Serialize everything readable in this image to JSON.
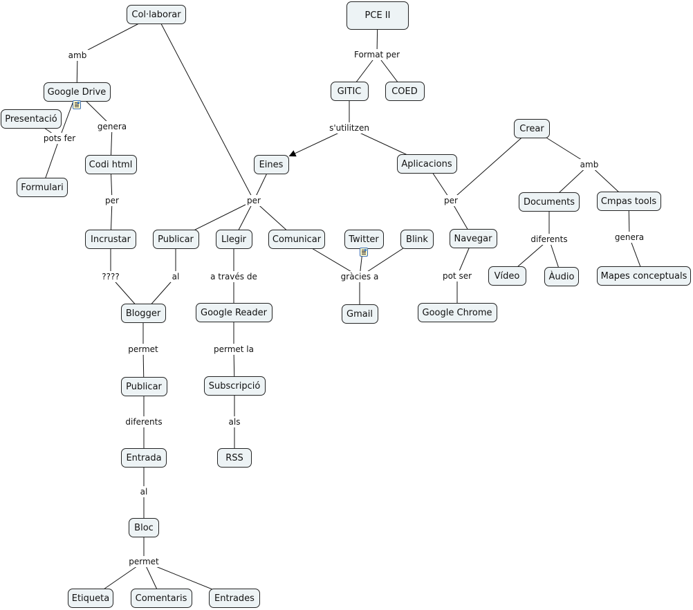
{
  "concepts": {
    "colaborar": "Col·laborar",
    "pce": "PCE II",
    "gdrive": "Google Drive",
    "presentacio": "Presentació",
    "formulari": "Formulari",
    "codihtml": "Codi html",
    "gitic": "GITIC",
    "coed": "COED",
    "eines": "Eines",
    "aplicacions": "Aplicacions",
    "crear": "Crear",
    "documents": "Documents",
    "cmpas": "Cmpas tools",
    "incrustar": "Incrustar",
    "publicar1": "Publicar",
    "llegir": "Llegir",
    "comunicar": "Comunicar",
    "twitter": "Twitter",
    "blink": "Blink",
    "navegar": "Navegar",
    "video": "Vídeo",
    "audio": "Àudio",
    "mapes": "Mapes conceptuals",
    "blogger": "Blogger",
    "greader": "Google Reader",
    "gmail": "Gmail",
    "chrome": "Google Chrome",
    "publicar2": "Publicar",
    "subscripcio": "Subscripció",
    "entrada": "Entrada",
    "rss": "RSS",
    "bloc": "Bloc",
    "etiqueta": "Etiqueta",
    "comentaris": "Comentaris",
    "entrades": "Entrades"
  },
  "phrases": {
    "l_amb1": "amb",
    "l_potsfer": "pots fer",
    "l_genera1": "genera",
    "l_per1": "per",
    "l_format": "Format per",
    "l_utilitzen": "s'utilitzen",
    "l_per2": "per",
    "l_q": "????",
    "l_al1": "al",
    "l_traves": "a través de",
    "l_gracies": "gràcies a",
    "l_per3": "per",
    "l_amb2": "amb",
    "l_diferents1": "diferents",
    "l_genera2": "genera",
    "l_potser": "pot ser",
    "l_permet1": "permet",
    "l_permetla": "permet la",
    "l_diferents2": "diferents",
    "l_als": "als",
    "l_al2": "al",
    "l_permet2": "permet"
  },
  "attachments": [
    "gdrive",
    "twitter"
  ]
}
